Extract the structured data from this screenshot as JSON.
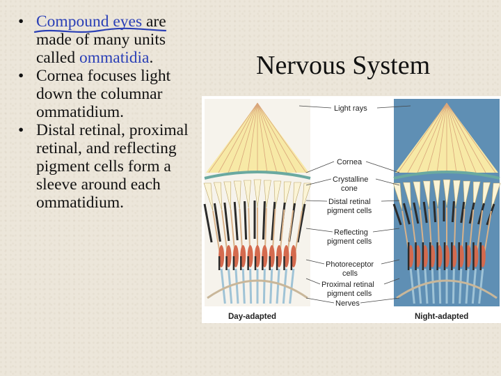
{
  "slide": {
    "title": "Nervous System",
    "bullets": [
      {
        "parts": [
          {
            "text": "Compound eyes",
            "hl": true
          },
          {
            "text": " are made of many units called ",
            "hl": false
          },
          {
            "text": "ommatidia",
            "hl": true
          },
          {
            "text": ".",
            "hl": false
          }
        ]
      },
      {
        "parts": [
          {
            "text": "Cornea focuses light down the columnar ommatidium.",
            "hl": false
          }
        ]
      },
      {
        "parts": [
          {
            "text": "Distal retinal, proximal retinal, and reflecting pigment cells form a sleeve around each ommatidium.",
            "hl": false
          }
        ]
      }
    ],
    "bullet_glyph": "•"
  },
  "figure": {
    "labels": {
      "light_rays": "Light rays",
      "cornea": "Cornea",
      "crystalline_cone_1": "Crystalline",
      "crystalline_cone_2": "cone",
      "distal_1": "Distal retinal",
      "distal_2": "pigment cells",
      "reflecting_1": "Reflecting",
      "reflecting_2": "pigment cells",
      "photoreceptor_1": "Photoreceptor",
      "photoreceptor_2": "cells",
      "proximal_1": "Proximal retinal",
      "proximal_2": "pigment cells",
      "nerves": "Nerves"
    },
    "captions": {
      "day": "Day-adapted",
      "night": "Night-adapted"
    },
    "colors": {
      "light_cone": "#f7e9a6",
      "night_background": "#5f8fb4",
      "pigment": "#d46a4e",
      "dark_pigment": "#2b2b2b",
      "nerve": "#9fc3d6",
      "highlight_text": "#2a3fb6"
    }
  }
}
